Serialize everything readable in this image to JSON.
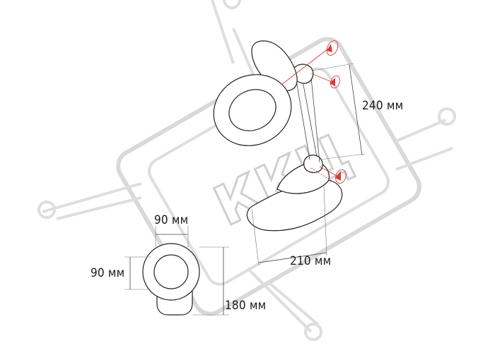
{
  "watermark": {
    "text": "ККЦ"
  },
  "dimensions": {
    "arm_height": "240 мм",
    "base_length": "210 мм",
    "lens_width": "90 мм",
    "lens_height": "90 мм",
    "front_height": "180 мм"
  },
  "colors": {
    "outline": "#222222",
    "rotation_arrows": "#d63a3a",
    "watermark": "#d9d9d9"
  }
}
